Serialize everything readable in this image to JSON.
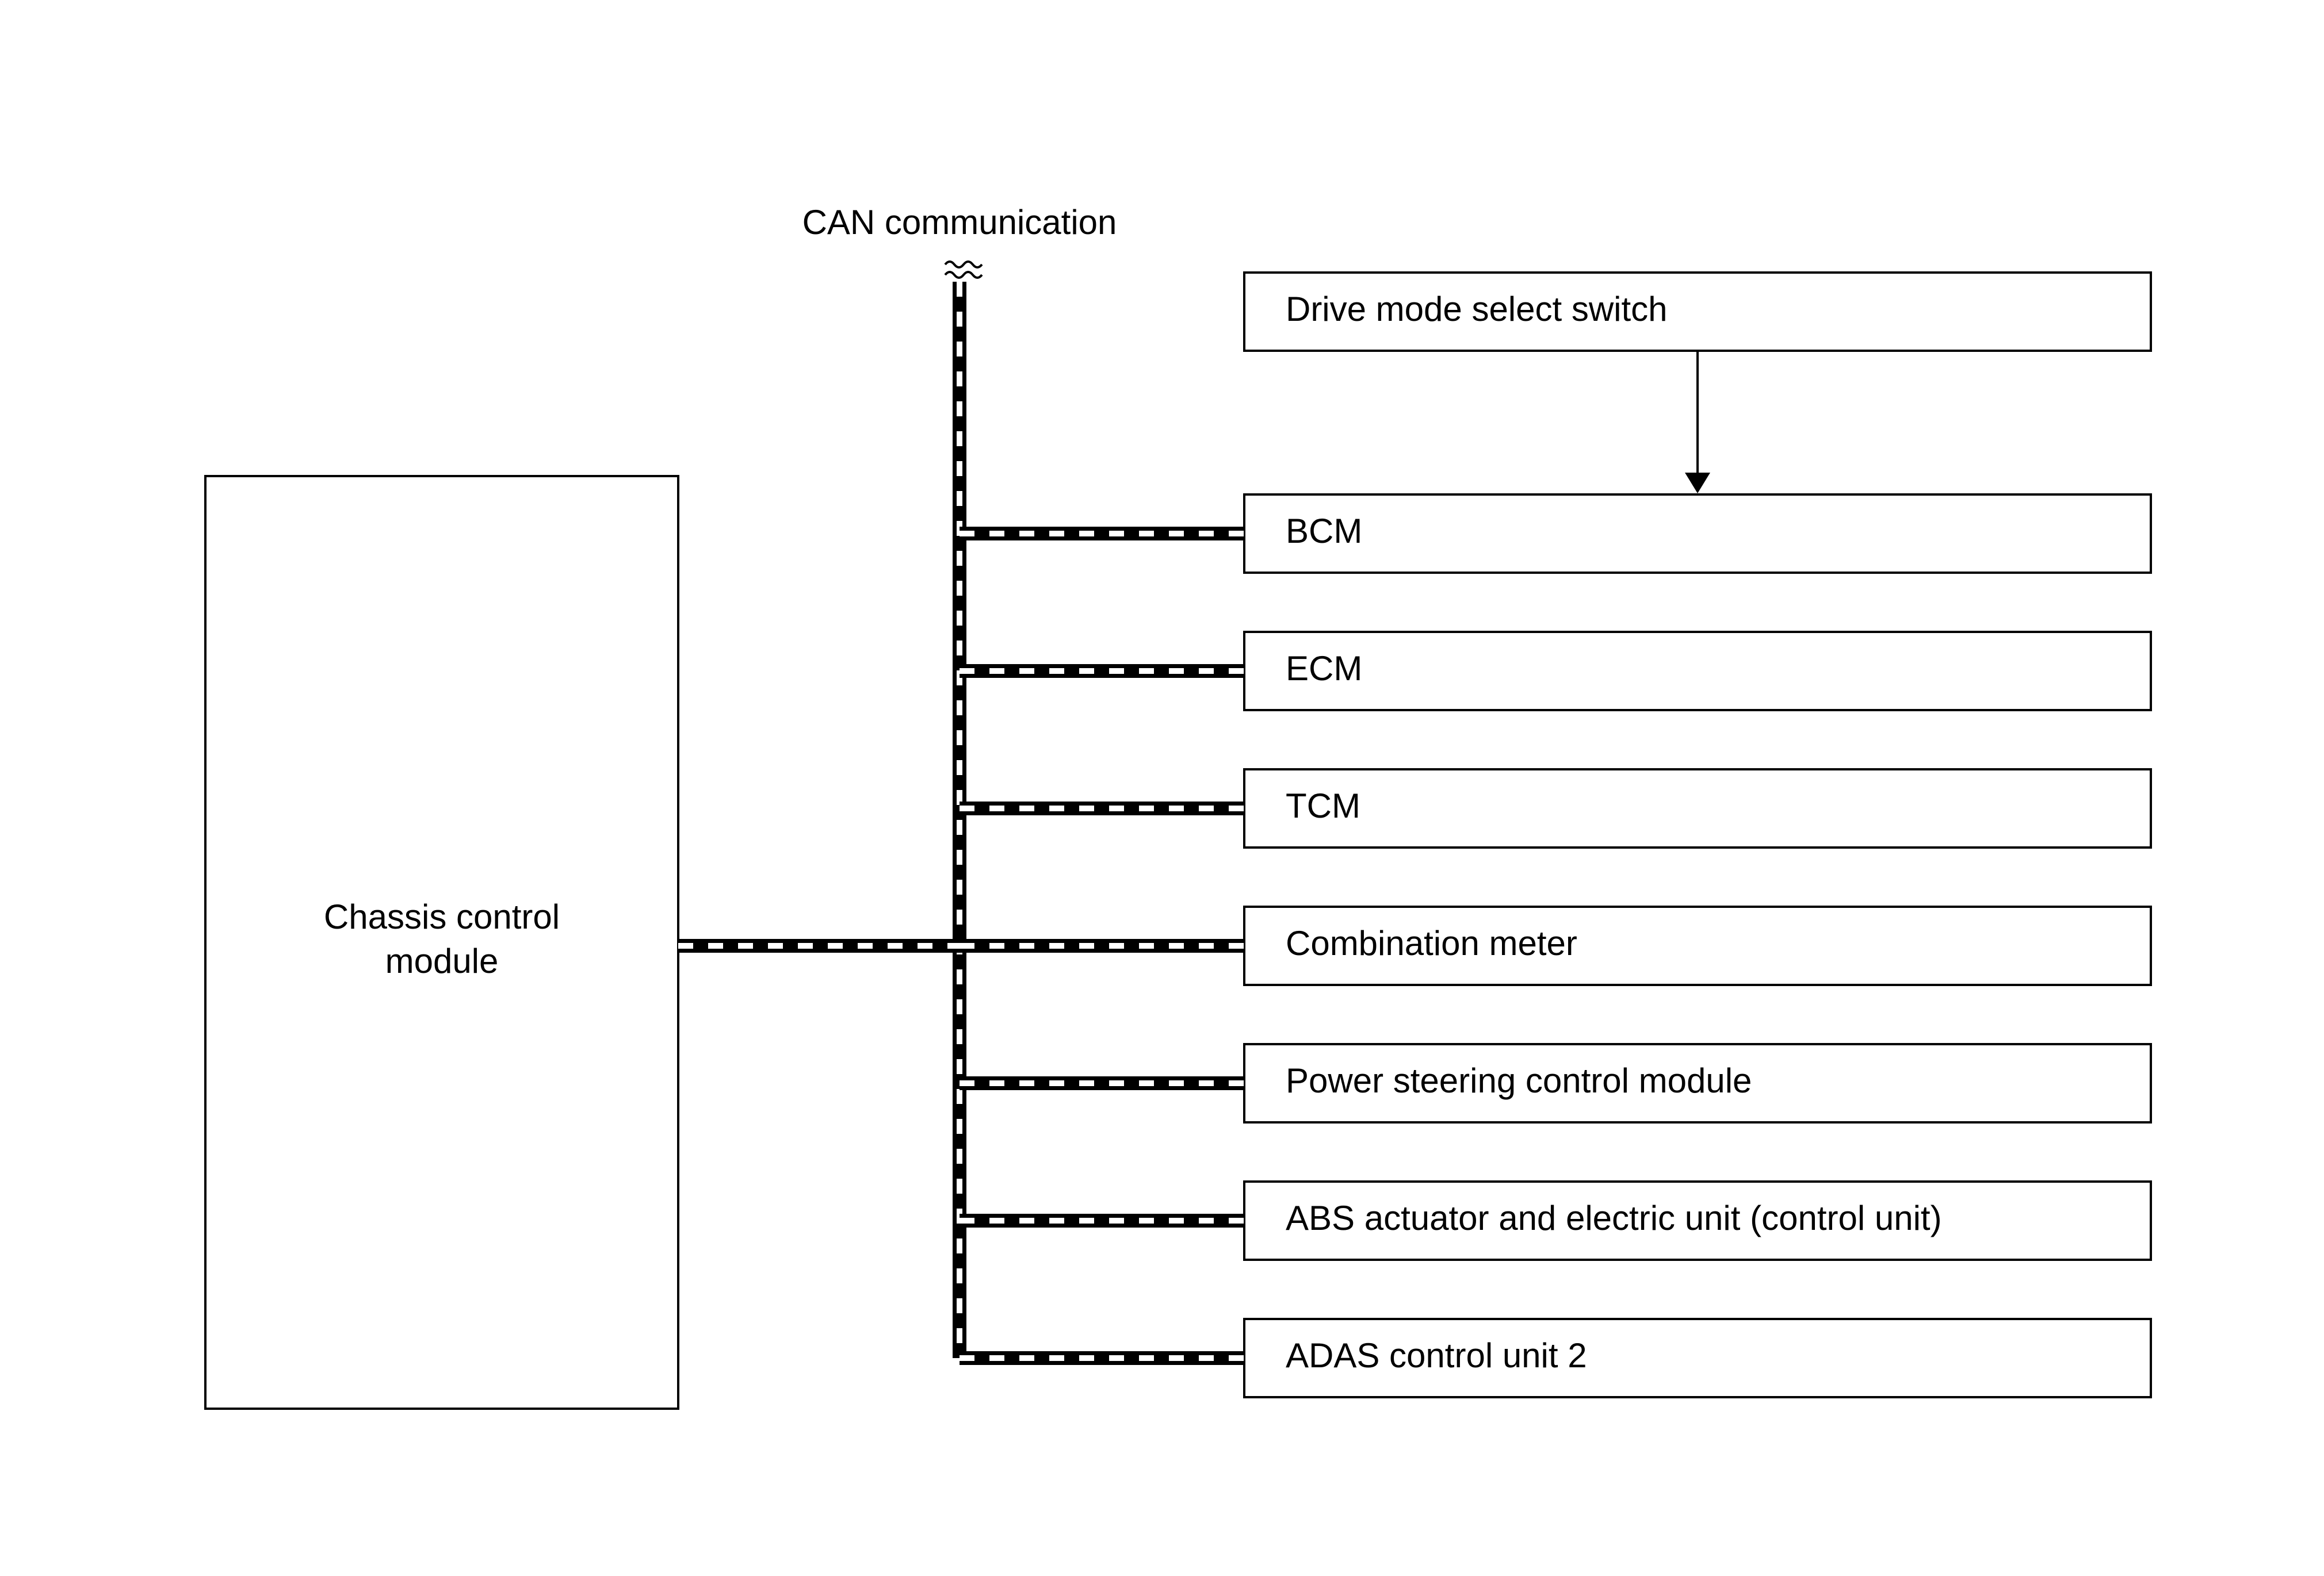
{
  "diagram": {
    "bus_label": "CAN communication",
    "main_module": {
      "line1": "Chassis control",
      "line2": "module"
    },
    "switch": {
      "label": "Drive mode select switch"
    },
    "nodes": [
      {
        "label": "BCM"
      },
      {
        "label": "ECM"
      },
      {
        "label": "TCM"
      },
      {
        "label": "Combination meter"
      },
      {
        "label": "Power steering control module"
      },
      {
        "label": "ABS actuator and electric unit (control unit)"
      },
      {
        "label": "ADAS control unit 2"
      }
    ]
  },
  "colors": {
    "line": "#000000",
    "background": "#ffffff",
    "bus_dash": "#ffffff"
  }
}
